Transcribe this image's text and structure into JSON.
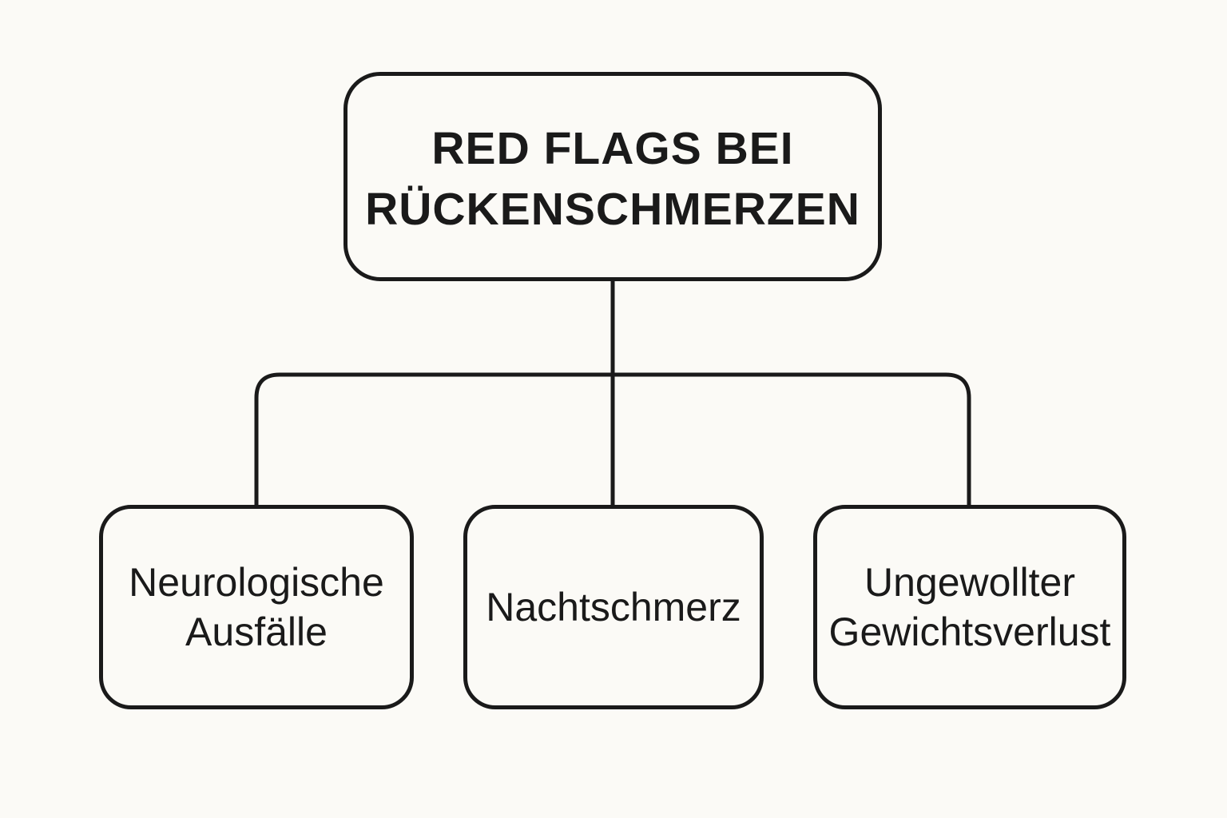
{
  "diagram": {
    "root": {
      "lines": [
        "RED FLAGS BEI",
        "RÜCKENSCHMERZEN"
      ]
    },
    "children": [
      {
        "lines": [
          "Neurologische",
          "Ausfälle"
        ]
      },
      {
        "lines": [
          "Nachtschmerz"
        ]
      },
      {
        "lines": [
          "Ungewollter",
          "Gewichtsverlust"
        ]
      }
    ]
  },
  "colors": {
    "background": "#fbfaf6",
    "stroke": "#1a1a1a"
  }
}
